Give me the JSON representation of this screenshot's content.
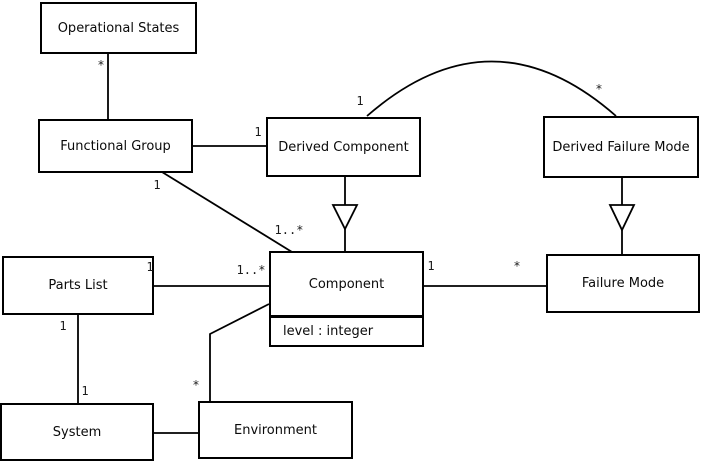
{
  "diagram": {
    "type": "uml-class-diagram",
    "background_color": "#ffffff",
    "stroke_color": "#000000",
    "nodes": {
      "operational_states": {
        "label": "Operational States"
      },
      "functional_group": {
        "label": "Functional Group"
      },
      "derived_component": {
        "label": "Derived Component"
      },
      "derived_failure_mode": {
        "label": "Derived Failure Mode"
      },
      "parts_list": {
        "label": "Parts List"
      },
      "component": {
        "label": "Component",
        "attribute": "level : integer"
      },
      "failure_mode": {
        "label": "Failure Mode"
      },
      "system": {
        "label": "System"
      },
      "environment": {
        "label": "Environment"
      }
    },
    "edges": [
      {
        "from": "operational_states",
        "to": "functional_group",
        "type": "association",
        "source_label": "*",
        "target_label": ""
      },
      {
        "from": "functional_group",
        "to": "derived_component",
        "type": "association",
        "source_label": "",
        "target_label": "1"
      },
      {
        "from": "derived_component",
        "to": "derived_failure_mode",
        "type": "association",
        "source_label": "1",
        "target_label": "*"
      },
      {
        "from": "functional_group",
        "to": "component",
        "type": "association",
        "source_label": "1",
        "target_label": "1..*"
      },
      {
        "from": "parts_list",
        "to": "component",
        "type": "association",
        "source_label": "1",
        "target_label": "1..*"
      },
      {
        "from": "component",
        "to": "failure_mode",
        "type": "association",
        "source_label": "1",
        "target_label": "*"
      },
      {
        "from": "parts_list",
        "to": "system",
        "type": "association",
        "source_label": "1",
        "target_label": "1"
      },
      {
        "from": "component",
        "to": "environment",
        "type": "association",
        "source_label": "",
        "target_label": "*"
      },
      {
        "from": "system",
        "to": "environment",
        "type": "association",
        "source_label": "",
        "target_label": ""
      },
      {
        "from": "derived_component",
        "to": "component",
        "type": "generalization",
        "source_label": "",
        "target_label": ""
      },
      {
        "from": "derived_failure_mode",
        "to": "failure_mode",
        "type": "generalization",
        "source_label": "",
        "target_label": ""
      }
    ]
  }
}
